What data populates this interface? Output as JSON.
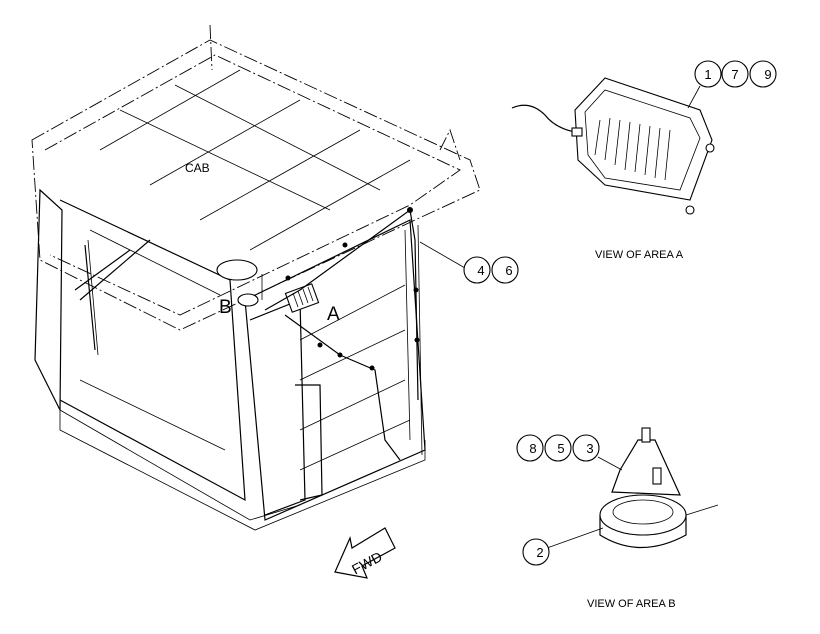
{
  "labels": {
    "cab": "CAB",
    "area_a_letter": "A",
    "area_b_letter": "B",
    "fwd": "FWD",
    "view_area_a": "VIEW OF AREA A",
    "view_area_b": "VIEW OF AREA B"
  },
  "callouts": {
    "c1": "1",
    "c7": "7",
    "c9": "9",
    "c4": "4",
    "c6": "6",
    "c8": "8",
    "c5": "5",
    "c3": "3",
    "c2": "2"
  }
}
